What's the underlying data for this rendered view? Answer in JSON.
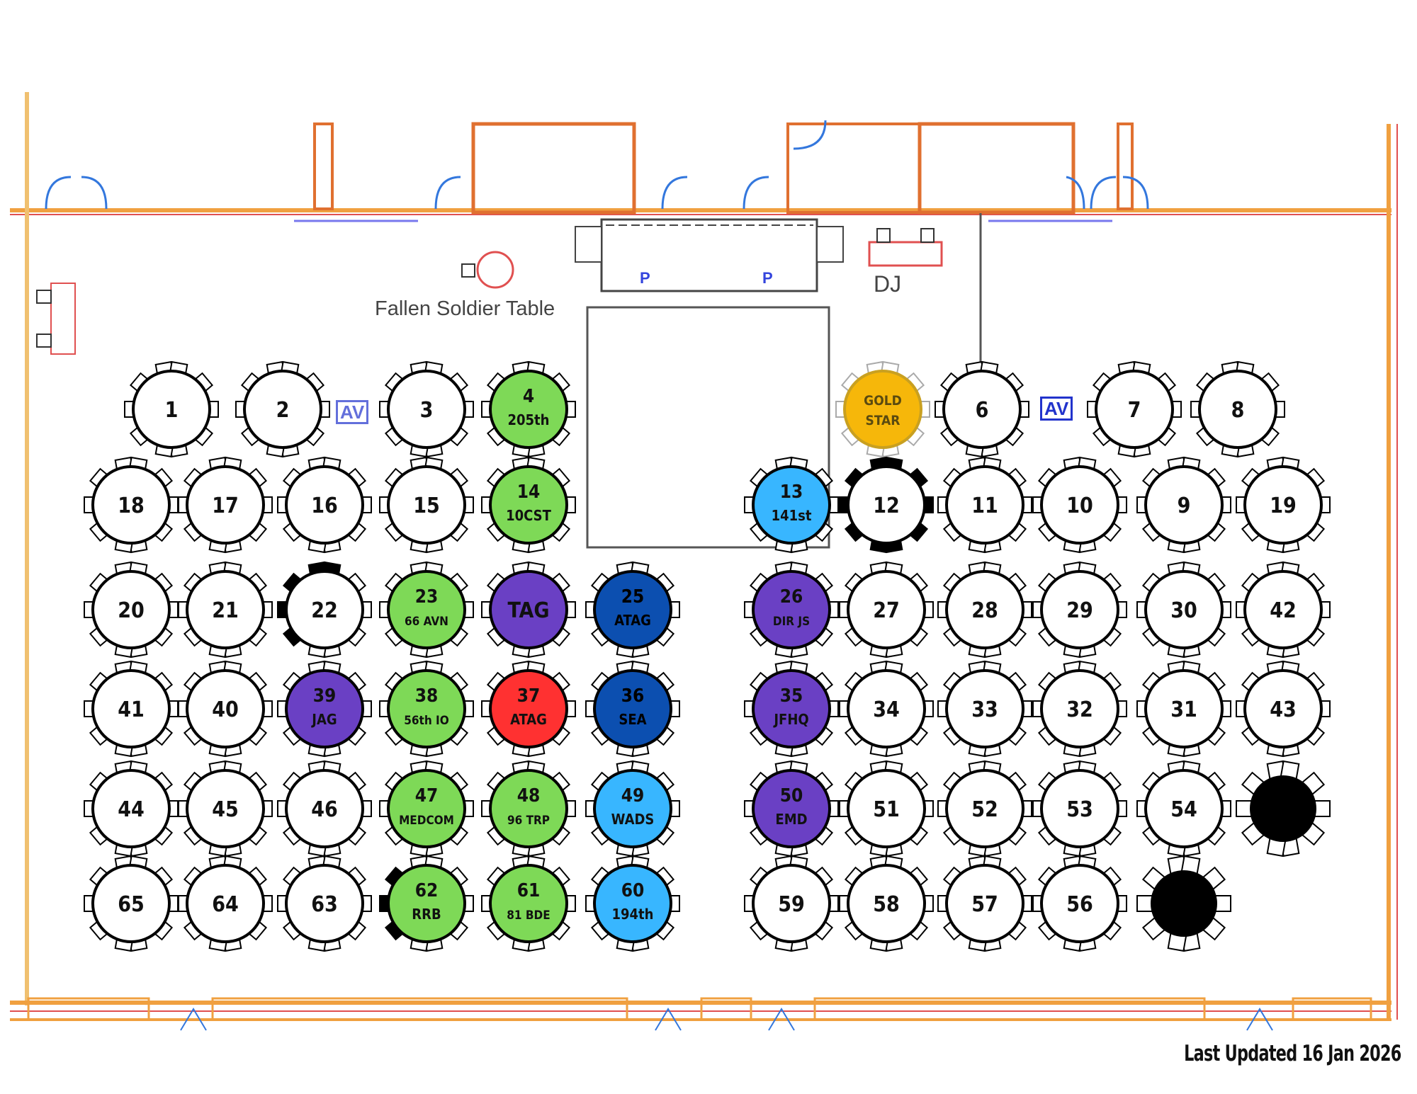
{
  "labels": {
    "fallen_soldier": "Fallen Soldier Table",
    "dj": "DJ",
    "av": "AV",
    "last_updated": "Last Updated 16 Jan 2026",
    "stage_marker": "P"
  },
  "colors": {
    "green": "#7ed957",
    "light_blue": "#38b6ff",
    "dark_blue": "#0c4fb0",
    "purple": "#6a40c4",
    "red": "#ff3131",
    "gold": "#f6b70a",
    "black": "#000000",
    "white": "#ffffff"
  },
  "tables": [
    {
      "num": "1"
    },
    {
      "num": "2"
    },
    {
      "num": "3"
    },
    {
      "num": "4",
      "sub": "205th",
      "color": "green"
    },
    {
      "num": "GOLD",
      "sub": "STAR",
      "color": "gold"
    },
    {
      "num": "6"
    },
    {
      "num": "7"
    },
    {
      "num": "8"
    },
    {
      "num": "18"
    },
    {
      "num": "17"
    },
    {
      "num": "16"
    },
    {
      "num": "15"
    },
    {
      "num": "14",
      "sub": "10CST",
      "color": "green"
    },
    {
      "num": "13",
      "sub": "141st",
      "color": "light_blue"
    },
    {
      "num": "12",
      "black_chairs": "all"
    },
    {
      "num": "11"
    },
    {
      "num": "10"
    },
    {
      "num": "9"
    },
    {
      "num": "19"
    },
    {
      "num": "20"
    },
    {
      "num": "21"
    },
    {
      "num": "22",
      "black_chairs": "upper-left"
    },
    {
      "num": "23",
      "sub": "66 AVN",
      "color": "green"
    },
    {
      "num": "TAG",
      "color": "purple"
    },
    {
      "num": "25",
      "sub": "ATAG",
      "color": "dark_blue"
    },
    {
      "num": "26",
      "sub": "DIR JS",
      "color": "purple"
    },
    {
      "num": "27"
    },
    {
      "num": "28"
    },
    {
      "num": "29"
    },
    {
      "num": "30"
    },
    {
      "num": "42"
    },
    {
      "num": "41"
    },
    {
      "num": "40"
    },
    {
      "num": "39",
      "sub": "JAG",
      "color": "purple"
    },
    {
      "num": "38",
      "sub": "56th IO",
      "color": "green"
    },
    {
      "num": "37",
      "sub": "ATAG",
      "color": "red"
    },
    {
      "num": "36",
      "sub": "SEA",
      "color": "dark_blue"
    },
    {
      "num": "35",
      "sub": "JFHQ",
      "color": "purple"
    },
    {
      "num": "34"
    },
    {
      "num": "33"
    },
    {
      "num": "32"
    },
    {
      "num": "31"
    },
    {
      "num": "43"
    },
    {
      "num": "44"
    },
    {
      "num": "45"
    },
    {
      "num": "46"
    },
    {
      "num": "47",
      "sub": "MEDCOM",
      "color": "green"
    },
    {
      "num": "48",
      "sub": "96 TRP",
      "color": "green"
    },
    {
      "num": "49",
      "sub": "WADS",
      "color": "light_blue"
    },
    {
      "num": "50",
      "sub": "EMD",
      "color": "purple"
    },
    {
      "num": "51"
    },
    {
      "num": "52"
    },
    {
      "num": "53"
    },
    {
      "num": "54"
    },
    {
      "num": "",
      "color": "black"
    },
    {
      "num": "65"
    },
    {
      "num": "64"
    },
    {
      "num": "63"
    },
    {
      "num": "62",
      "sub": "RRB",
      "color": "green",
      "black_chairs": "left"
    },
    {
      "num": "61",
      "sub": "81 BDE",
      "color": "green"
    },
    {
      "num": "60",
      "sub": "194th",
      "color": "light_blue"
    },
    {
      "num": "59"
    },
    {
      "num": "58"
    },
    {
      "num": "57"
    },
    {
      "num": "56"
    },
    {
      "num": "",
      "color": "black"
    }
  ]
}
